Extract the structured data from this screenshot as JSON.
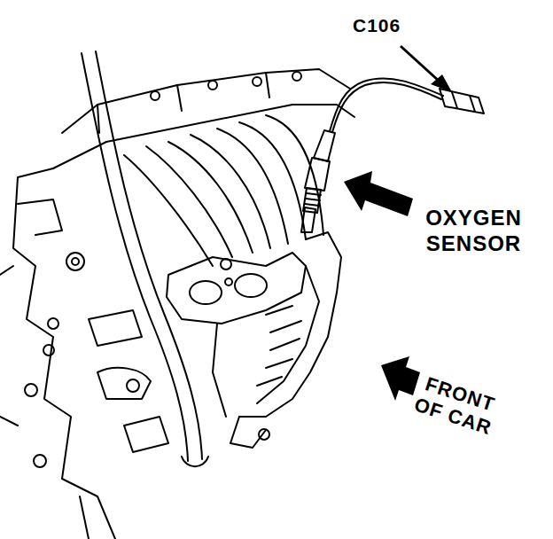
{
  "diagram": {
    "labels": [
      "C106",
      "OXYGEN SENSOR",
      "FRONT OF CAR"
    ]
  }
}
